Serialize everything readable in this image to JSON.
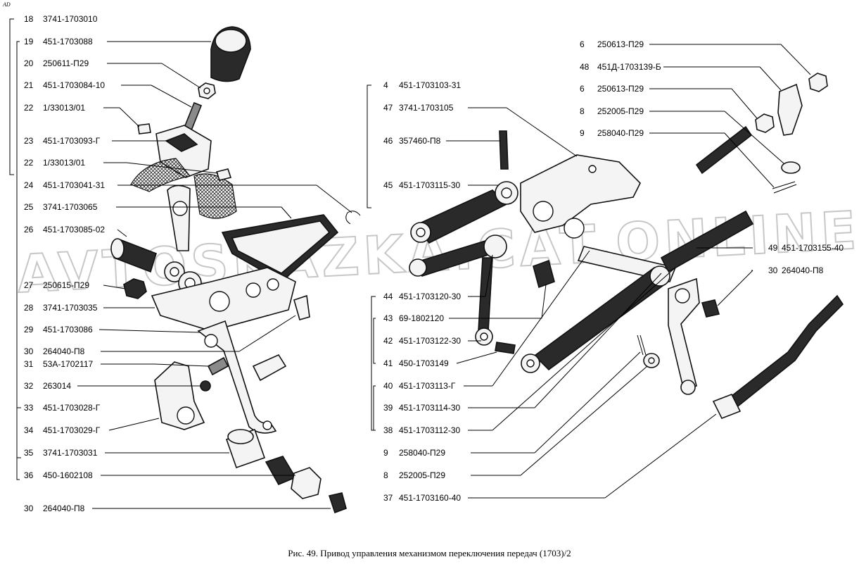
{
  "caption": "Рис. 49. Привод управления механизмом переключения передач (1703)/2",
  "corner_mark": "AD",
  "watermark": "AVTOSKAZKA.CAT.ONLINE",
  "callouts_left": [
    {
      "num": "18",
      "code": "3741-1703010"
    },
    {
      "num": "19",
      "code": "451-1703088"
    },
    {
      "num": "20",
      "code": "250611-П29"
    },
    {
      "num": "21",
      "code": "451-1703084-10"
    },
    {
      "num": "22",
      "code": "1/33013/01"
    },
    {
      "num": "23",
      "code": "451-1703093-Г"
    },
    {
      "num": "22",
      "code": "1/33013/01"
    },
    {
      "num": "24",
      "code": "451-1703041-31"
    },
    {
      "num": "25",
      "code": "3741-1703065"
    },
    {
      "num": "26",
      "code": "451-1703085-02"
    },
    {
      "num": "27",
      "code": "250615-П29"
    },
    {
      "num": "28",
      "code": "3741-1703035"
    },
    {
      "num": "29",
      "code": "451-1703086"
    },
    {
      "num": "30",
      "code": "264040-П8"
    },
    {
      "num": "31",
      "code": "53А-1702117"
    },
    {
      "num": "32",
      "code": "263014"
    },
    {
      "num": "33",
      "code": "451-1703028-Г"
    },
    {
      "num": "34",
      "code": "451-1703029-Г"
    },
    {
      "num": "35",
      "code": "3741-1703031"
    },
    {
      "num": "36",
      "code": "450-1602108"
    },
    {
      "num": "30",
      "code": "264040-П8"
    }
  ],
  "callouts_middle": [
    {
      "num": "4",
      "code": "451-1703103-31"
    },
    {
      "num": "47",
      "code": "3741-1703105"
    },
    {
      "num": "46",
      "code": "357460-П8"
    },
    {
      "num": "45",
      "code": "451-1703115-30"
    },
    {
      "num": "44",
      "code": "451-1703120-30"
    },
    {
      "num": "43",
      "code": "69-1802120"
    },
    {
      "num": "42",
      "code": "451-1703122-30"
    },
    {
      "num": "41",
      "code": "450-1703149"
    },
    {
      "num": "40",
      "code": "451-1703113-Г"
    },
    {
      "num": "39",
      "code": "451-1703114-30"
    },
    {
      "num": "38",
      "code": "451-1703112-30"
    },
    {
      "num": "9",
      "code": "258040-П29"
    },
    {
      "num": "8",
      "code": "252005-П29"
    },
    {
      "num": "37",
      "code": "451-1703160-40"
    }
  ],
  "callouts_right": [
    {
      "num": "6",
      "code": "250613-П29"
    },
    {
      "num": "48",
      "code": "451Д-1703139-Б"
    },
    {
      "num": "6",
      "code": "250613-П29"
    },
    {
      "num": "8",
      "code": "252005-П29"
    },
    {
      "num": "9",
      "code": "258040-П29"
    },
    {
      "num": "49",
      "code": "451-1703155-40"
    },
    {
      "num": "30",
      "code": "264040-П8"
    }
  ]
}
